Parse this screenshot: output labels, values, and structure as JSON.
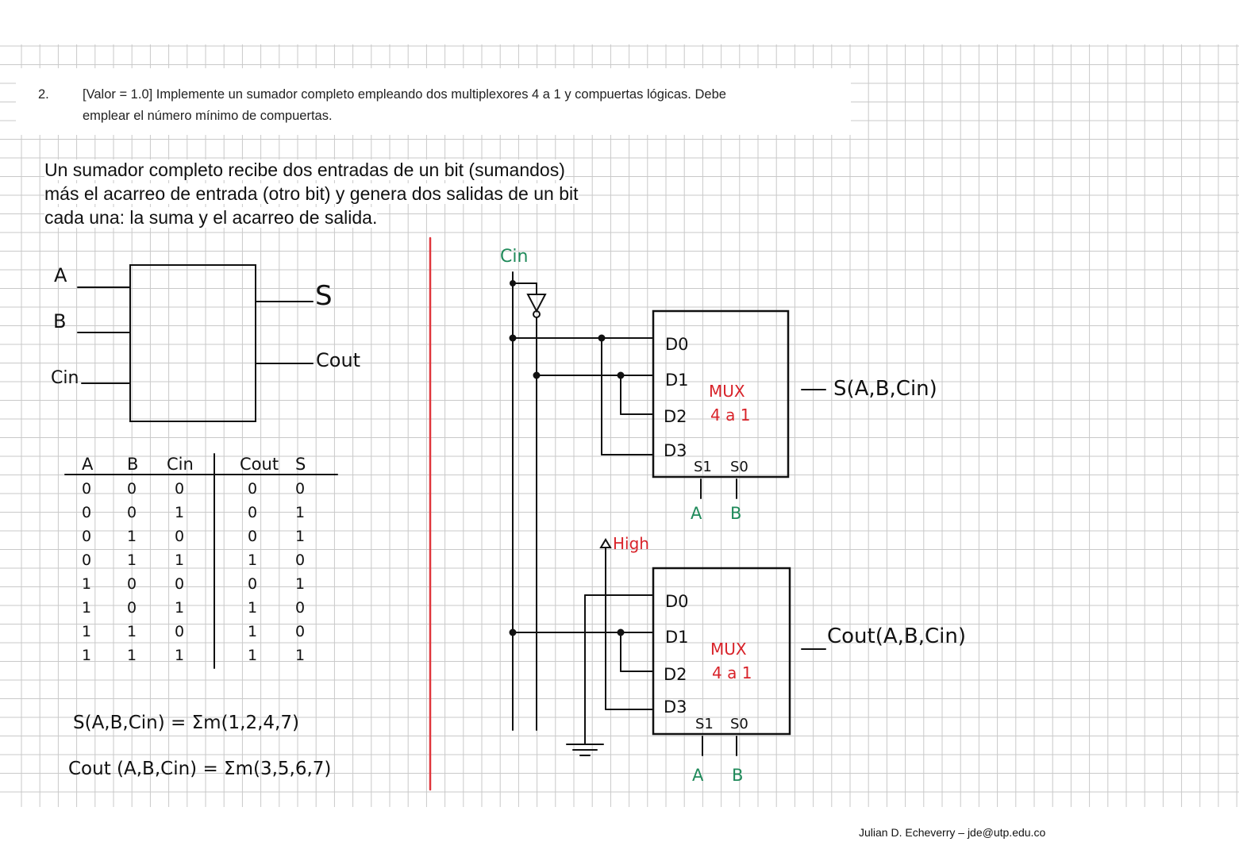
{
  "question": {
    "number": "2.",
    "text_line1": "[Valor = 1.0] Implemente un sumador completo empleando dos multiplexores 4 a 1 y compuertas lógicas. Debe",
    "text_line2": "emplear el número mínimo de compuertas."
  },
  "intro": {
    "line1": "Un sumador completo recibe dos entradas de un bit (sumandos)",
    "line2": "más el acarreo de entrada (otro bit) y genera dos salidas de un bit",
    "line3": "cada una: la suma y el acarreo de salida."
  },
  "block": {
    "in_a": "A",
    "in_b": "B",
    "in_cin": "Cin",
    "out_s": "S",
    "out_cout": "Cout"
  },
  "truth_table": {
    "headers": [
      "A",
      "B",
      "Cin",
      "Cout",
      "S"
    ],
    "rows": [
      [
        "0",
        "0",
        "0",
        "0",
        "0"
      ],
      [
        "0",
        "0",
        "1",
        "0",
        "1"
      ],
      [
        "0",
        "1",
        "0",
        "0",
        "1"
      ],
      [
        "0",
        "1",
        "1",
        "1",
        "0"
      ],
      [
        "1",
        "0",
        "0",
        "0",
        "1"
      ],
      [
        "1",
        "0",
        "1",
        "1",
        "0"
      ],
      [
        "1",
        "1",
        "0",
        "1",
        "0"
      ],
      [
        "1",
        "1",
        "1",
        "1",
        "1"
      ]
    ]
  },
  "equations": {
    "sum": "S(A,B,Cin) = Σm(1,2,4,7)",
    "carry": "Cout (A,B,Cin) = Σm(3,5,6,7)"
  },
  "circuit": {
    "cin_label": "Cin",
    "high_label": "High",
    "mux1": {
      "inputs": [
        "D0",
        "D1",
        "D2",
        "D3"
      ],
      "title": "MUX",
      "subtitle": "4 a 1",
      "selects": [
        "S1",
        "S0"
      ],
      "select_signals": [
        "A",
        "B"
      ],
      "output": "S(A,B,Cin)"
    },
    "mux2": {
      "inputs": [
        "D0",
        "D1",
        "D2",
        "D3"
      ],
      "title": "MUX",
      "subtitle": "4 a 1",
      "selects": [
        "S1",
        "S0"
      ],
      "select_signals": [
        "A",
        "B"
      ],
      "output": "Cout(A,B,Cin)"
    }
  },
  "footer": {
    "author": "Julian D. Echeverry  –  jde@utp.edu.co"
  },
  "colors": {
    "grid": "#c9c9c9",
    "red_line": "#e0363c",
    "cin_green": "#1f8a5a",
    "mux_red": "#d8232a",
    "ink": "#111111"
  }
}
